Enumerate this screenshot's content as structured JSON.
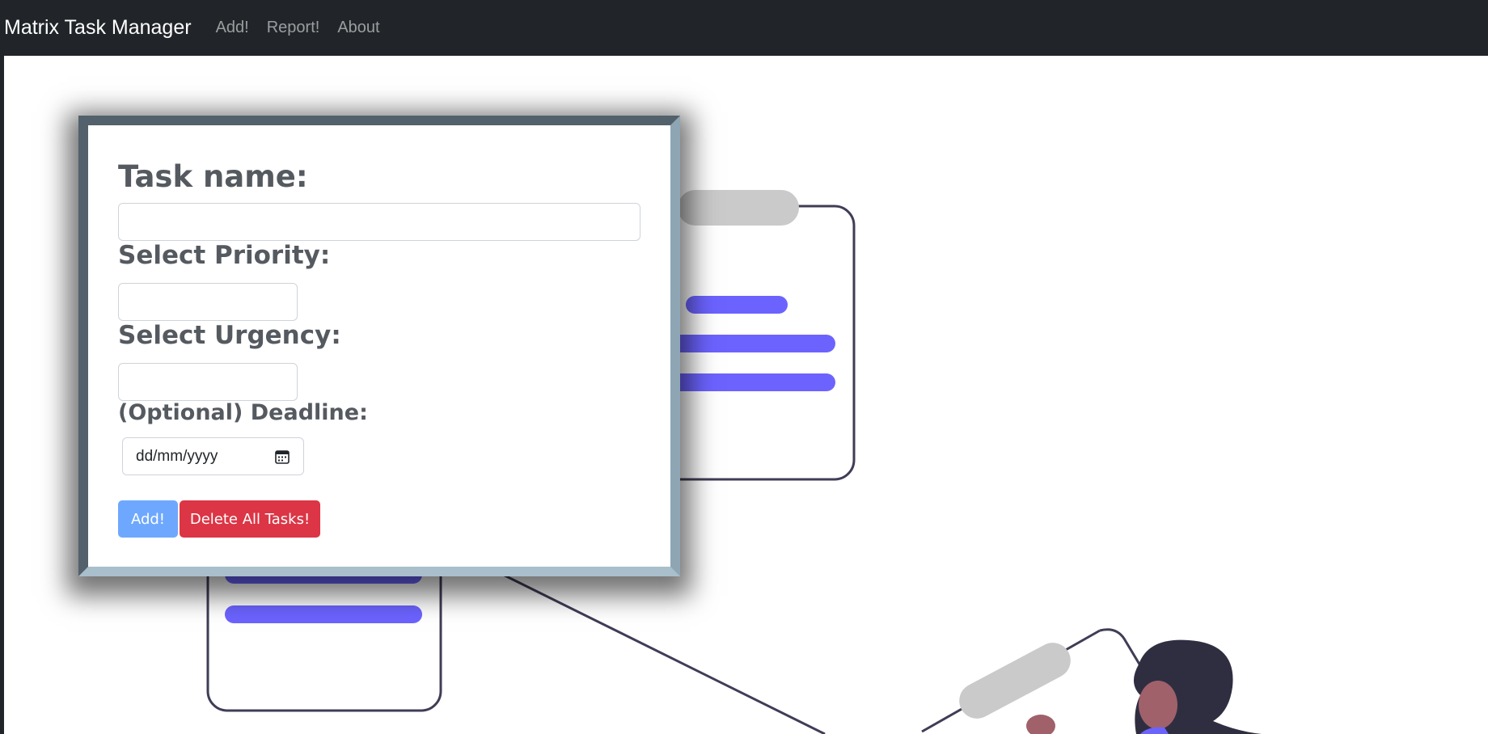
{
  "navbar": {
    "brand": "Matrix Task Manager",
    "links": [
      "Add!",
      "Report!",
      "About"
    ]
  },
  "form": {
    "task_name_label": "Task name:",
    "task_name_value": "",
    "priority_label": "Select Priority:",
    "priority_value": "",
    "urgency_label": "Select Urgency:",
    "urgency_value": "",
    "deadline_label": "(Optional) Deadline:",
    "deadline_placeholder": "dd/mm/yyyy",
    "add_button": "Add!",
    "delete_button": "Delete All Tasks!"
  },
  "colors": {
    "navbar_bg": "#212529",
    "accent_purple": "#6c63ff",
    "add_button": "#6ea8fe",
    "delete_button": "#dc3545"
  },
  "icons": {
    "deadline_picker": "calendar-icon"
  }
}
